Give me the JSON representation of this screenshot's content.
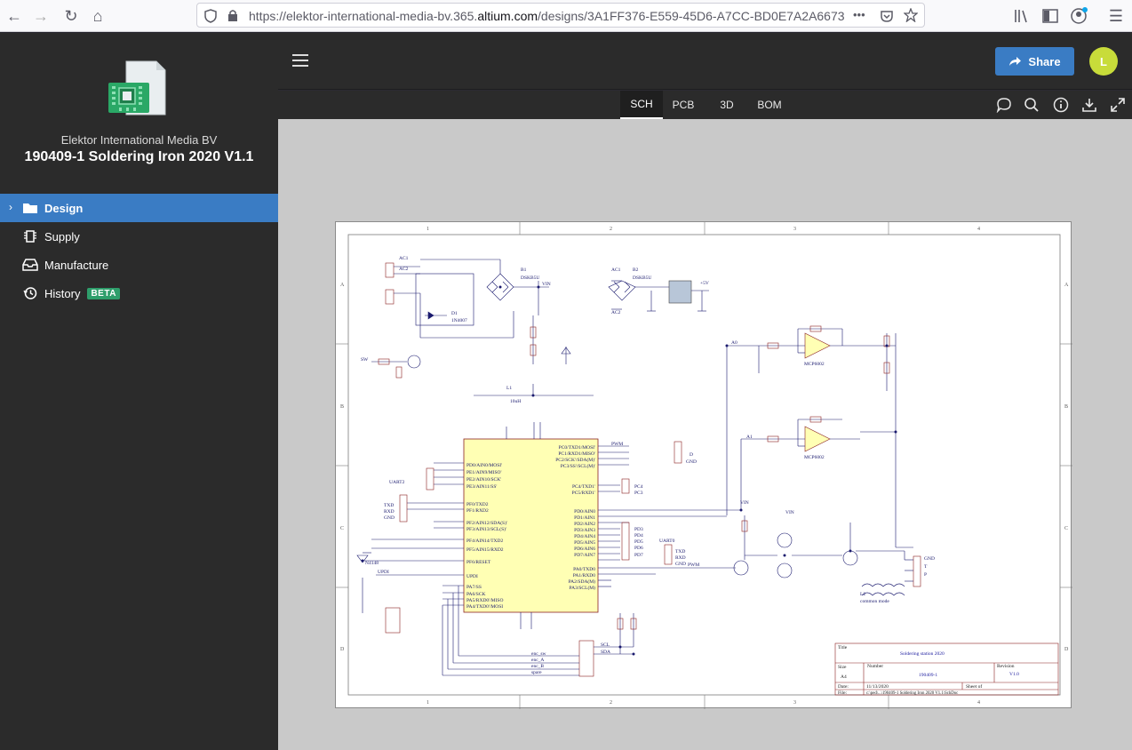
{
  "browser": {
    "url_prefix": "https://elektor-international-media-bv.365.",
    "url_domain": "altium.com",
    "url_rest": "/designs/3A1FF376-E559-45D6-A7CC-BD0E7A2A6673",
    "overflow": "•••"
  },
  "sidebar": {
    "org_name": "Elektor International Media BV",
    "project_name": "190409-1 Soldering Iron 2020 V1.1",
    "items": [
      {
        "label": "Design",
        "icon": "folder-icon",
        "active": true
      },
      {
        "label": "Supply",
        "icon": "chip-icon"
      },
      {
        "label": "Manufacture",
        "icon": "tray-icon"
      },
      {
        "label": "History",
        "icon": "history-icon",
        "badge": "BETA"
      }
    ]
  },
  "header": {
    "share_label": "Share",
    "avatar_initial": "L",
    "accent": "#3a7cc4",
    "avatar_color": "#c8dc3a"
  },
  "tabs": [
    {
      "label": "SCH",
      "active": true
    },
    {
      "label": "PCB"
    },
    {
      "label": "3D"
    },
    {
      "label": "BOM"
    }
  ],
  "schematic": {
    "col_labels": [
      "1",
      "2",
      "3",
      "4"
    ],
    "row_labels": [
      "A",
      "B",
      "C",
      "D"
    ],
    "title_label": "Title",
    "title_value": "Soldering station 2020",
    "size_label": "Size",
    "size_value": "A4",
    "number_label": "Number",
    "number_value": "190409-1",
    "revision_label": "Revision",
    "revision_value": "V1.0",
    "date_label": "Date:",
    "date_value": "11/13/2020",
    "sheet_label": "Sheet of",
    "file_label": "File:",
    "file_value": "c:\\ped\\...\\190409-1 Soldering Iron 2020 V1.1\\SchDoc",
    "mcu_pins_left": [
      "PD0/AIN0/MOSI'",
      "PE1/AIN9/MISO'",
      "PE2/AIN10/SCK'",
      "PE3/AIN11/SS'",
      "PF0/TXD2",
      "PF1/RXD2",
      "PF2/AIN12/SDA(S)'",
      "PF3/AIN13/SCL(S)'",
      "PF4/AIN14/TXD2",
      "PF5/AIN15/RXD2",
      "PF6/RESET",
      "UPDI",
      "PA7/SS",
      "PA6/SCK",
      "PA5/RXD0'/MISO",
      "PA4/TXD0'/MOSI"
    ],
    "mcu_pins_right": [
      "PC0/TXD1/MOSI'",
      "PC1/RXD1/MISO'",
      "PC2/SCK'/SDA(M)'",
      "PC3/SS'/SCL(M)'",
      "PC4/TXD1'",
      "PC5/RXD1'",
      "PD0/AIN0",
      "PD1/AIN1",
      "PD2/AIN2",
      "PD3/AIN3",
      "PD4/AIN4",
      "PD5/AIN5",
      "PD6/AIN6",
      "PD7/AIN7",
      "PA0/TXD0",
      "PA1/RXD0",
      "PA2/SDA(M)",
      "PA3/SCL(M)"
    ],
    "net_labels": [
      "AC1",
      "AC2",
      "B1",
      "DSKB5U",
      "VIN",
      "D1",
      "1N4007",
      "SW",
      "AC1",
      "B2",
      "DSKB5U",
      "AC2",
      "+5V",
      "A0",
      "A1",
      "MCP6002",
      "MCP6002",
      "L1",
      "10uH",
      "UART2",
      "TXD",
      "RXD",
      "GND",
      "PWM",
      "UART0",
      "TXD",
      "RXD",
      "GND",
      "PWM",
      "VIN",
      "VIN",
      "L2",
      "common mode",
      "GND",
      "T",
      "P",
      "D",
      "GND",
      "PC4",
      "PC3",
      "PD3",
      "PD4",
      "PD5",
      "PD6",
      "PD7",
      "N4148",
      "UPDI",
      "SCL",
      "SDA",
      "enc_sw",
      "enc_A",
      "enc_B",
      "spare"
    ]
  }
}
